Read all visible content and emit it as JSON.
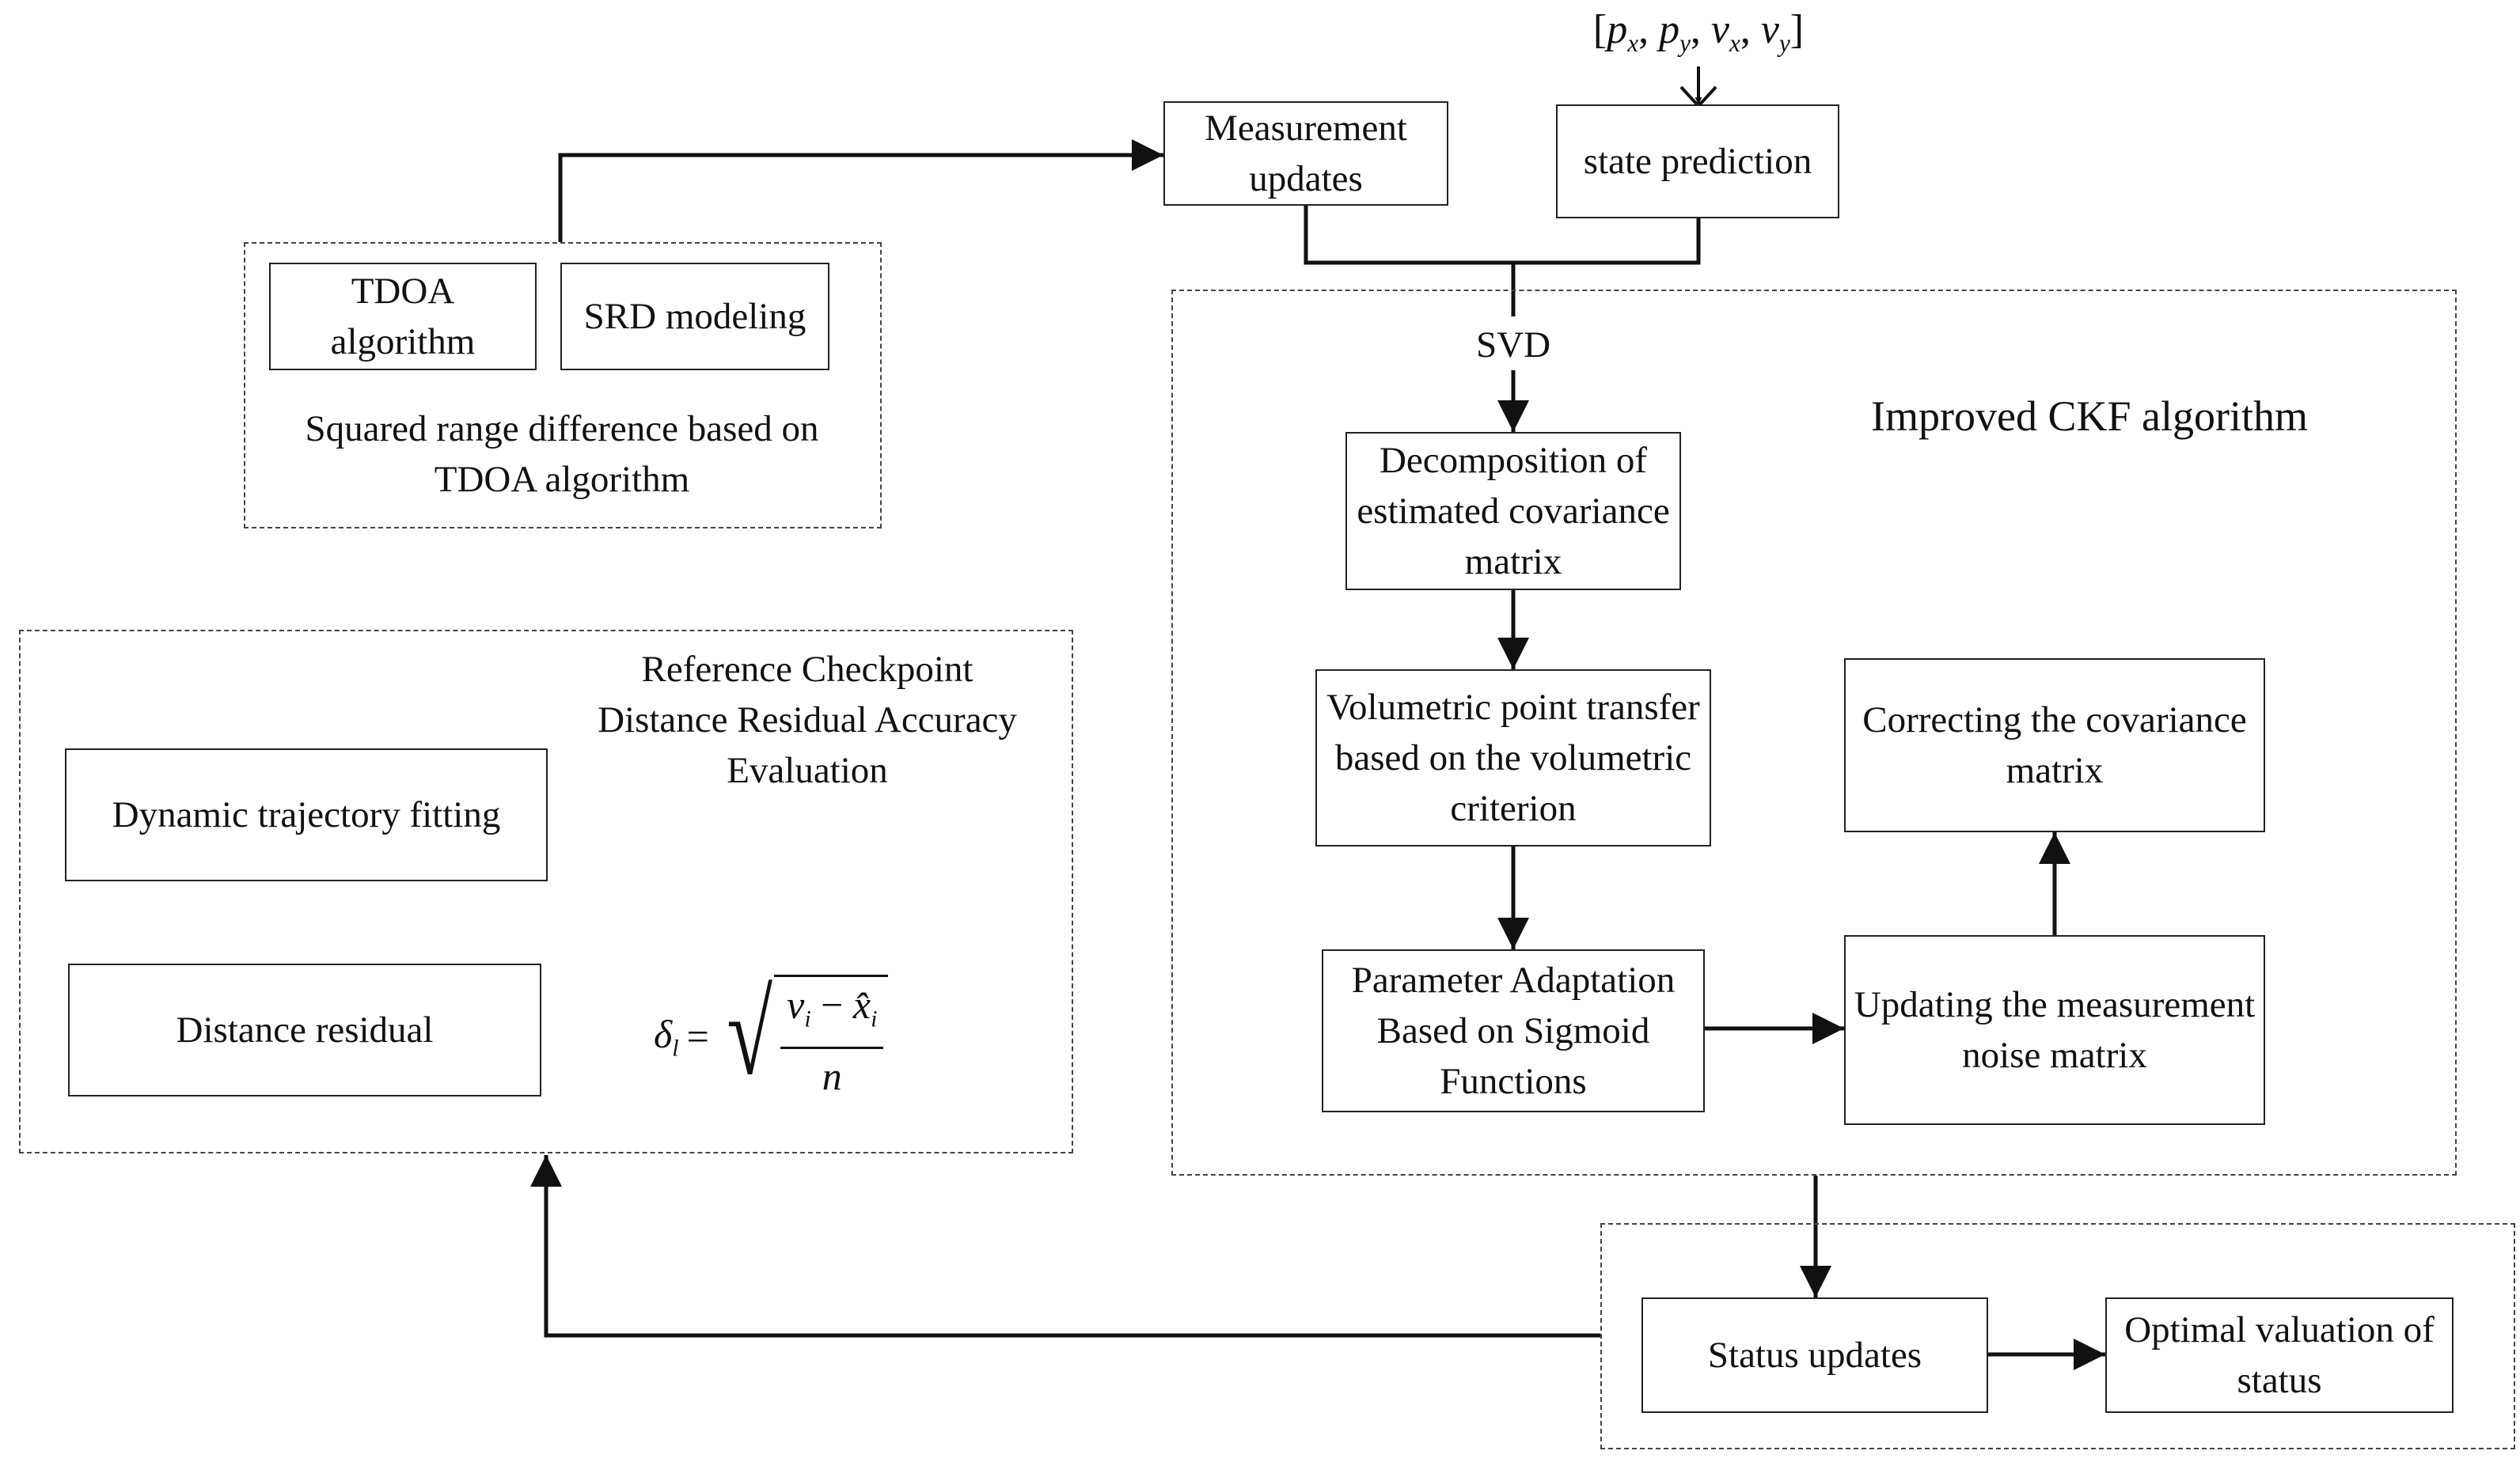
{
  "boxes": {
    "measurement_updates": "Measurement updates",
    "state_prediction": "state prediction",
    "tdoa_algorithm": "TDOA algorithm",
    "srd_modeling": "SRD modeling",
    "decomposition": "Decomposition of estimated covariance matrix",
    "volumetric_point": "Volumetric point transfer based on the volumetric criterion",
    "parameter_adaptation": "Parameter Adaptation Based on Sigmoid Functions",
    "correcting_covariance": "Correcting the covariance matrix",
    "updating_noise": "Updating the measurement noise matrix",
    "dynamic_trajectory": "Dynamic trajectory fitting",
    "distance_residual": "Distance residual",
    "status_updates": "Status updates",
    "optimal_valuation": "Optimal valuation of status"
  },
  "labels": {
    "srd_group_caption": "Squared range difference based on TDOA algorithm",
    "svd": "SVD",
    "improved_ckf": "Improved CKF algorithm",
    "reference_checkpoint": "Reference Checkpoint Distance Residual Accuracy Evaluation"
  },
  "state_vector": {
    "open": "[",
    "close": "]",
    "sep": ", ",
    "terms": [
      {
        "base": "p",
        "sub": "x"
      },
      {
        "base": "p",
        "sub": "y"
      },
      {
        "base": "v",
        "sub": "x"
      },
      {
        "base": "v",
        "sub": "y"
      }
    ]
  },
  "formula": {
    "lhs_base": "δ",
    "lhs_sub": "l",
    "equals": "=",
    "num_a_base": "v",
    "num_a_sub": "i",
    "minus": " − ",
    "num_b_base": "x̂",
    "num_b_sub": "i",
    "denominator": "n"
  }
}
